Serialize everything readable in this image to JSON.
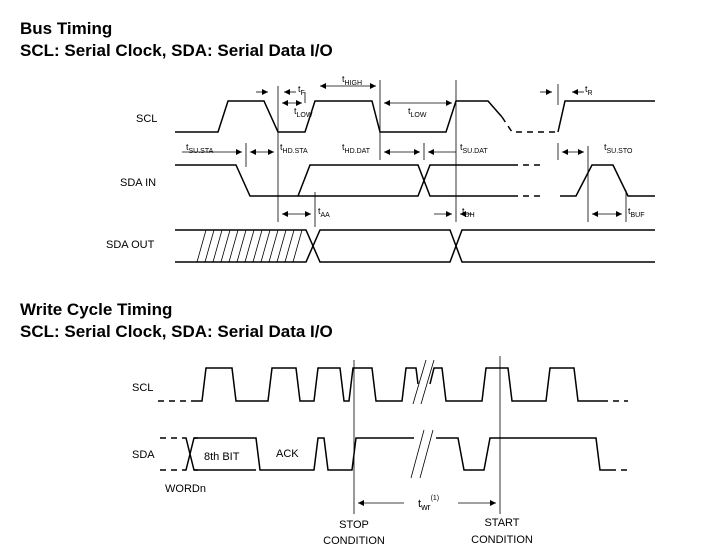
{
  "bus_timing": {
    "title": "Bus Timing",
    "subtitle": "SCL: Serial Clock, SDA: Serial Data I/O",
    "signals": {
      "scl": "SCL",
      "sda_in": "SDA IN",
      "sda_out": "SDA OUT"
    },
    "params": {
      "t_f": {
        "main": "t",
        "sub": "F"
      },
      "t_high": {
        "main": "t",
        "sub": "HIGH"
      },
      "t_low1": {
        "main": "t",
        "sub": "LOW"
      },
      "t_low2": {
        "main": "t",
        "sub": "LOW"
      },
      "t_r": {
        "main": "t",
        "sub": "R"
      },
      "t_su_sta": {
        "main": "t",
        "sub": "SU.STA"
      },
      "t_hd_sta": {
        "main": "t",
        "sub": "HD.STA"
      },
      "t_hd_dat": {
        "main": "t",
        "sub": "HD.DAT"
      },
      "t_su_dat": {
        "main": "t",
        "sub": "SU.DAT"
      },
      "t_su_sto": {
        "main": "t",
        "sub": "SU.STO"
      },
      "t_aa": {
        "main": "t",
        "sub": "AA"
      },
      "t_dh": {
        "main": "t",
        "sub": "DH"
      },
      "t_buf": {
        "main": "t",
        "sub": "BUF"
      }
    }
  },
  "write_cycle": {
    "title": "Write Cycle Timing",
    "subtitle": "SCL: Serial Clock, SDA: Serial Data I/O",
    "signals": {
      "scl": "SCL",
      "sda": "SDA"
    },
    "labels": {
      "eighth_bit": "8th BIT",
      "ack": "ACK",
      "wordn": "WORDn",
      "twr_main": "t",
      "twr_sub": "wr",
      "twr_note": "(1)",
      "stop_line1": "STOP",
      "stop_line2": "CONDITION",
      "start_line1": "START",
      "start_line2": "CONDITION"
    }
  }
}
